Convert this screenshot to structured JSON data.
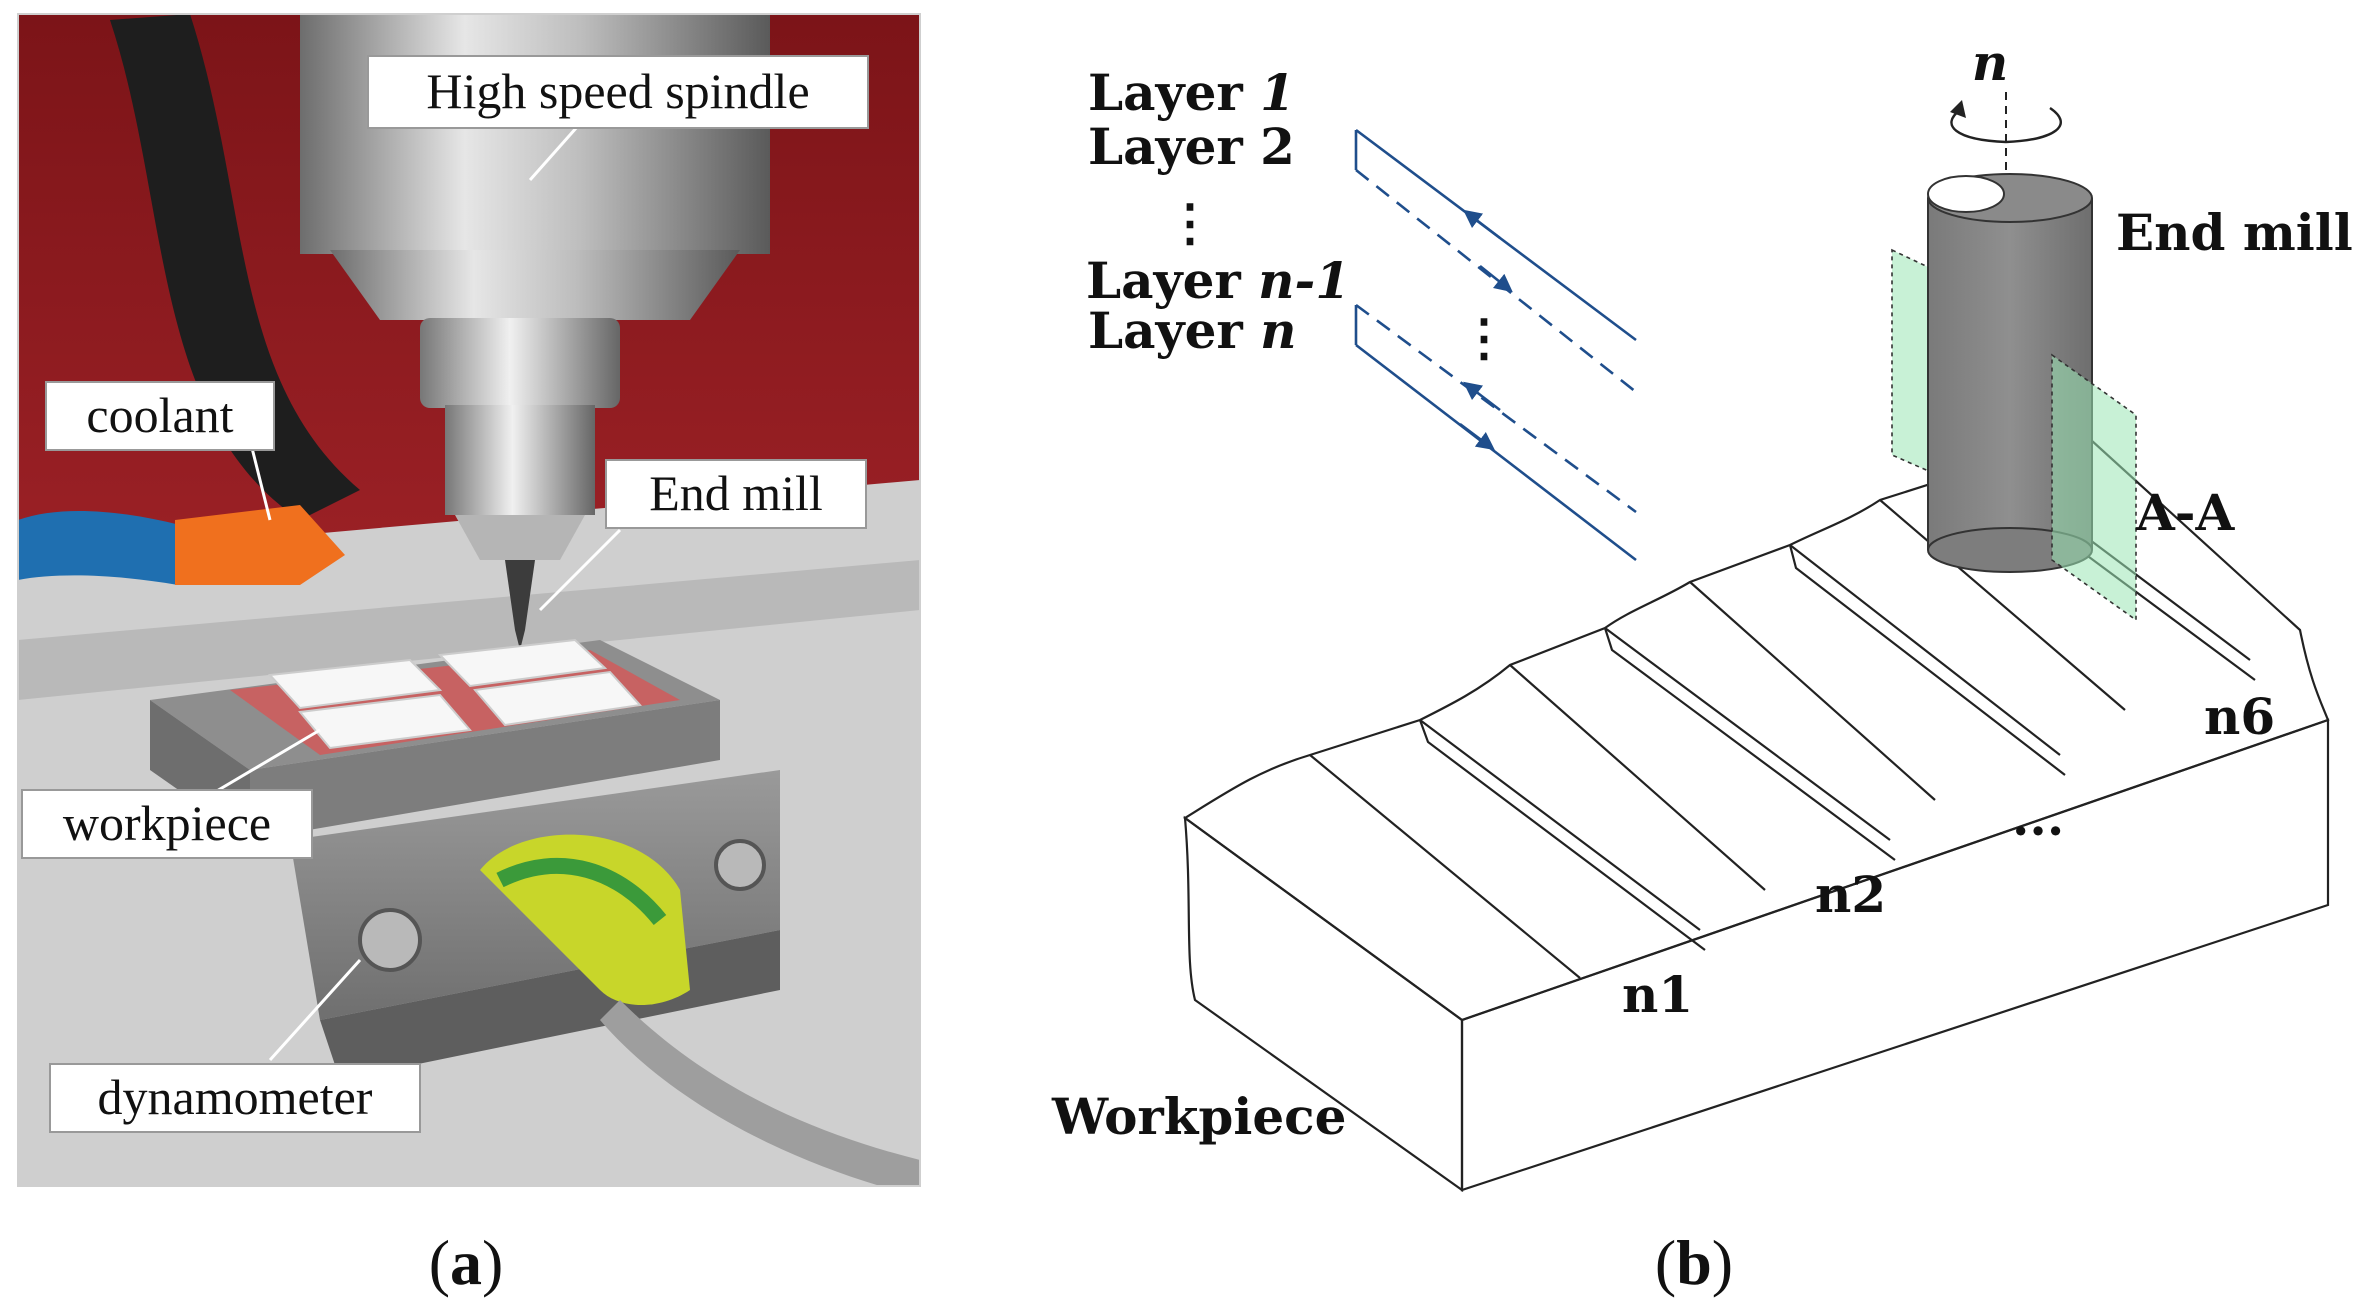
{
  "panel_a": {
    "labels": {
      "spindle": "High speed spindle",
      "coolant": "coolant",
      "end_mill": "End mill",
      "workpiece": "workpiece",
      "dynamometer": "dynamometer"
    },
    "caption": {
      "open": "(",
      "letter": "a",
      "close": ")"
    }
  },
  "panel_b": {
    "layers": {
      "layer1_text": "Layer ",
      "layer1_var": "1",
      "layer2": "Layer 2",
      "vdots": "⋮",
      "layer_n1_text": "Layer ",
      "layer_n1_var": "n-1",
      "layer_n_text": "Layer ",
      "layer_n_var": "n"
    },
    "rotation_symbol": "n",
    "end_mill_label": "End mill",
    "section_label": "A-A",
    "workpiece_label": "Workpiece",
    "slots": {
      "n1": "n1",
      "n2": "n2",
      "ellipsis": "...",
      "n6": "n6"
    },
    "caption": {
      "open": "(",
      "letter": "b",
      "close": ")"
    }
  },
  "colors": {
    "toolpath_blue": "#1f4e8c",
    "section_green": "#9be6b4",
    "end_mill_gray": "#8a8a8a",
    "machine_red": "#8b1a1f"
  }
}
